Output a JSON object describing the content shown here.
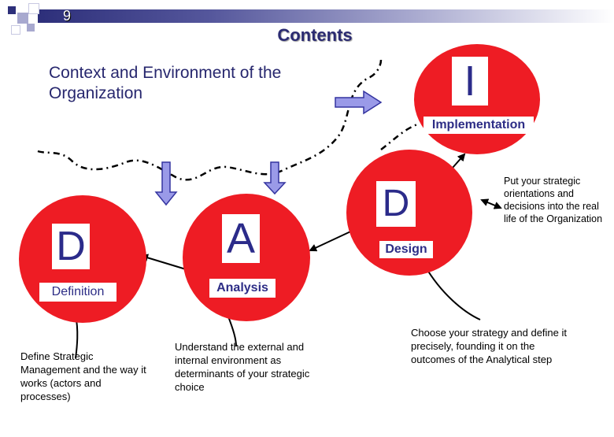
{
  "header": {
    "slide_number": "9",
    "title": "Contents"
  },
  "context_label": "Context and Environment of the Organization",
  "steps": {
    "definition": {
      "letter": "D",
      "label": "Definition",
      "description": "Define Strategic Management and the way it works (actors and processes)"
    },
    "analysis": {
      "letter": "A",
      "label": "Analysis",
      "description": "Understand the external and internal environment as determinants of your strategic choice"
    },
    "design": {
      "letter": "D",
      "label": "Design",
      "description": "Choose your strategy and define it precisely, founding it on the outcomes of the Analytical step"
    },
    "implementation": {
      "letter": "I",
      "label": "Implementation",
      "description": "Put your strategic orientations and decisions into the real life of the Organization"
    }
  },
  "colors": {
    "circle": "#ee1c24",
    "letter": "#2b2b8a",
    "arrow_fill": "#9a9ae8",
    "arrow_stroke": "#3434a0",
    "header_dark": "#2d2f7a"
  }
}
